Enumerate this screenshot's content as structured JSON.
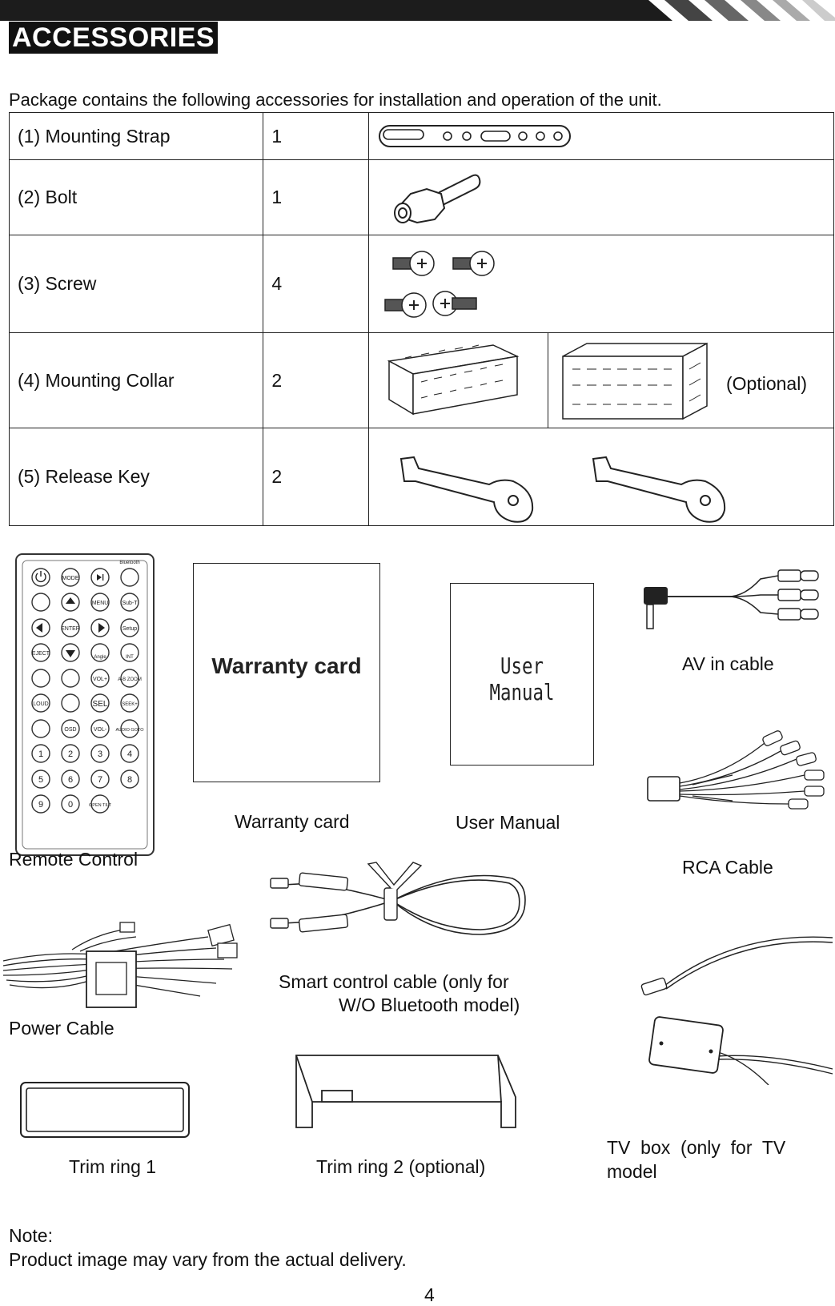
{
  "header": {
    "title": "ACCESSORIES"
  },
  "intro": "Package contains the following accessories for installation and operation of the unit.",
  "table": {
    "rows": [
      {
        "name": "(1) Mounting Strap",
        "qty": "1",
        "image": "mounting-strap"
      },
      {
        "name": "(2) Bolt",
        "qty": "1",
        "image": "bolt"
      },
      {
        "name": "(3) Screw",
        "qty": "4",
        "image": "screws"
      },
      {
        "name": "(4) Mounting Collar",
        "qty": "2",
        "image": "mounting-collar",
        "note": "(Optional)"
      },
      {
        "name": "(5) Release Key",
        "qty": "2",
        "image": "release-keys"
      }
    ]
  },
  "accessories": {
    "remote": {
      "label": "Remote Control",
      "buttons": [
        "MODE",
        "MENU",
        "Sub-T",
        "ENTER",
        "Setup",
        "EJECT",
        "Angle",
        "INT",
        "VOL+",
        "A-B ZOOM",
        "LOUD",
        "SEL",
        "SEEK+",
        "OSD",
        "VOL-",
        "AUDIO GOTO",
        "1",
        "2",
        "3",
        "4",
        "5",
        "6",
        "7",
        "8",
        "9",
        "0",
        "OPEN TILT"
      ],
      "brand": "Bluetooth"
    },
    "warranty": {
      "label": "Warranty card",
      "card_text": "Warranty card"
    },
    "manual": {
      "label": "User Manual",
      "card_text": "User Manual"
    },
    "av_cable": {
      "label": "AV in cable"
    },
    "rca_cable": {
      "label": "RCA Cable"
    },
    "power_cable": {
      "label": "Power Cable"
    },
    "smart_cable": {
      "label_line1": "Smart control cable (only for",
      "label_line2": "W/O Bluetooth model)"
    },
    "tv_box": {
      "label_line1": "TV  box  (only  for  TV",
      "label_line2": "model"
    },
    "trim1": {
      "label": "Trim ring 1"
    },
    "trim2": {
      "label": "Trim ring 2 (optional)"
    }
  },
  "note": {
    "heading": "Note:",
    "text": "Product image may vary from the actual delivery."
  },
  "page_number": "4"
}
